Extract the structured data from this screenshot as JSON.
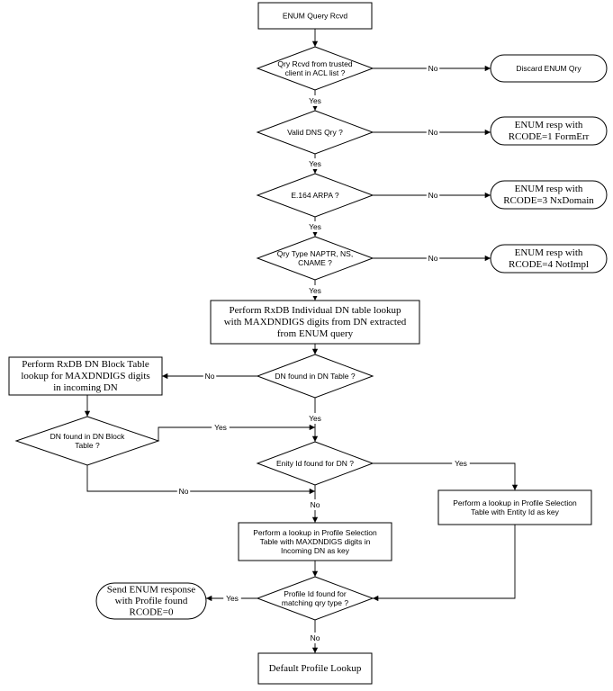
{
  "nodes": {
    "start": [
      "ENUM Query Rcvd"
    ],
    "d_acl": [
      "Qry Rcvd from trusted",
      "client in ACL list ?"
    ],
    "discard": [
      "Discard ENUM Qry"
    ],
    "d_dns": [
      "Valid DNS Qry ?"
    ],
    "formerr": [
      "ENUM resp with",
      "RCODE=1 FormErr"
    ],
    "d_e164": [
      "E.164 ARPA ?"
    ],
    "nxdomain": [
      "ENUM resp with",
      "RCODE=3 NxDomain"
    ],
    "d_qtype": [
      "Qry Type NAPTR, NS,",
      "CNAME ?"
    ],
    "notimpl": [
      "ENUM resp with",
      "RCODE=4  NotImpl"
    ],
    "lookup_dn": [
      "Perform RxDB Individual DN table  lookup",
      "with MAXDNDIGS digits from  DN extracted",
      "from   ENUM query"
    ],
    "d_dn_found": [
      "DN found in DN Table ?"
    ],
    "block_lookup": [
      "Perform RxDB DN Block Table",
      "lookup for MAXDNDIGS  digits",
      "in incoming DN"
    ],
    "d_block_found": [
      "DN found in DN Block",
      "Table ?"
    ],
    "d_entity": [
      "Enity Id found for DN ?"
    ],
    "profile_entity": [
      "Perform a lookup in Profile Selection",
      "Table with Entity Id as key"
    ],
    "profile_maxdn": [
      "Perform a lookup in Profile Selection",
      "Table with MAXDNDIGS digits in",
      "Incoming DN as key"
    ],
    "d_profile": [
      "Profile Id found for",
      "matching qry type ?"
    ],
    "send": [
      "Send ENUM response",
      "with Profile found",
      "RCODE=0"
    ],
    "default": [
      "Default Profile Lookup"
    ]
  },
  "labels": {
    "yes": "Yes",
    "no": "No"
  }
}
